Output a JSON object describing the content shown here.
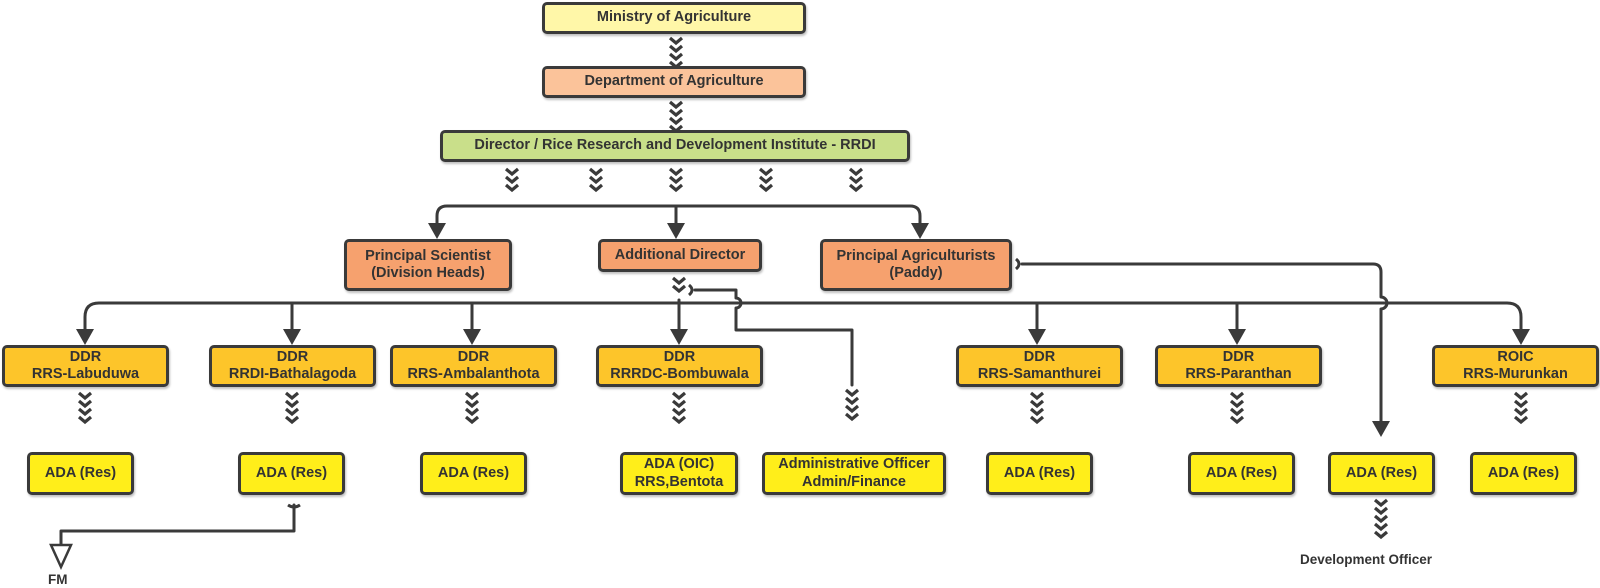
{
  "colors": {
    "ministry": "#fff7a8",
    "department": "#fbc39a",
    "director": "#c9df8a",
    "principal": "#f6a16e",
    "ddr": "#fdc52a",
    "ada": "#ffee1a",
    "line": "#3a3a3a"
  },
  "top": {
    "ministry": "Ministry of Agriculture",
    "department": "Department of Agriculture",
    "director": "Director / Rice Research and Development Institute - RRDI"
  },
  "principal": {
    "scientist": [
      "Principal Scientist",
      "(Division Heads)"
    ],
    "additional": "Additional Director",
    "agriculturists": [
      "Principal Agriculturists",
      "(Paddy)"
    ]
  },
  "ddr": {
    "labuduwa": [
      "DDR",
      "RRS-Labuduwa"
    ],
    "bathalagoda": [
      "DDR",
      "RRDI-Bathalagoda"
    ],
    "ambalanthota": [
      "DDR",
      "RRS-Ambalanthota"
    ],
    "bombuwala": [
      "DDR",
      "RRRDC-Bombuwala"
    ],
    "samanthurei": [
      "DDR",
      "RRS-Samanthurei"
    ],
    "paranthan": [
      "DDR",
      "RRS-Paranthan"
    ],
    "murunkan": [
      "ROIC",
      "RRS-Murunkan"
    ]
  },
  "ada": {
    "labuduwa": "ADA (Res)",
    "bathalagoda": "ADA (Res)",
    "ambalanthota": "ADA (Res)",
    "bentota": [
      "ADA (OIC)",
      "RRS,Bentota"
    ],
    "admin": [
      "Administrative Officer",
      "Admin/Finance"
    ],
    "samanthurei": "ADA (Res)",
    "paranthan": "ADA (Res)",
    "extra": "ADA (Res)",
    "murunkan": "ADA (Res)"
  },
  "labels": {
    "fm": "FM",
    "development_officer": "Development Officer"
  }
}
